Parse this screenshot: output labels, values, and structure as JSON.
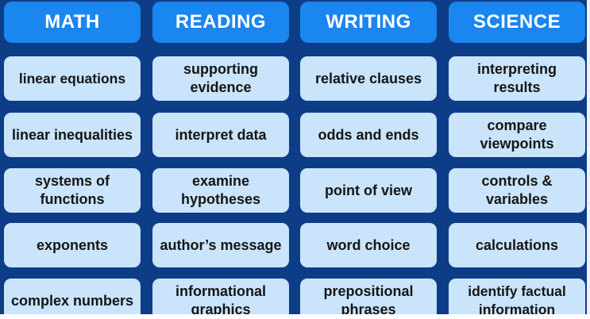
{
  "columns": [
    {
      "header": "MATH",
      "cards": [
        "linear equations",
        "linear inequalities",
        "systems of functions",
        "exponents",
        "complex numbers"
      ]
    },
    {
      "header": "READING",
      "cards": [
        "supporting evidence",
        "interpret data",
        "examine hypotheses",
        "author’s message",
        "informational graphics"
      ]
    },
    {
      "header": "WRITING",
      "cards": [
        "relative clauses",
        "odds and ends",
        "point of view",
        "word choice",
        "prepositional phrases"
      ]
    },
    {
      "header": "SCIENCE",
      "cards": [
        "interpreting results",
        "compare viewpoints",
        "controls & variables",
        "calculations",
        "identify factual information"
      ]
    }
  ],
  "colors": {
    "background": "#0e3d87",
    "header": "#1a86f0",
    "card": "#c9e4fb",
    "card_text": "#151515",
    "header_text": "#ffffff"
  }
}
